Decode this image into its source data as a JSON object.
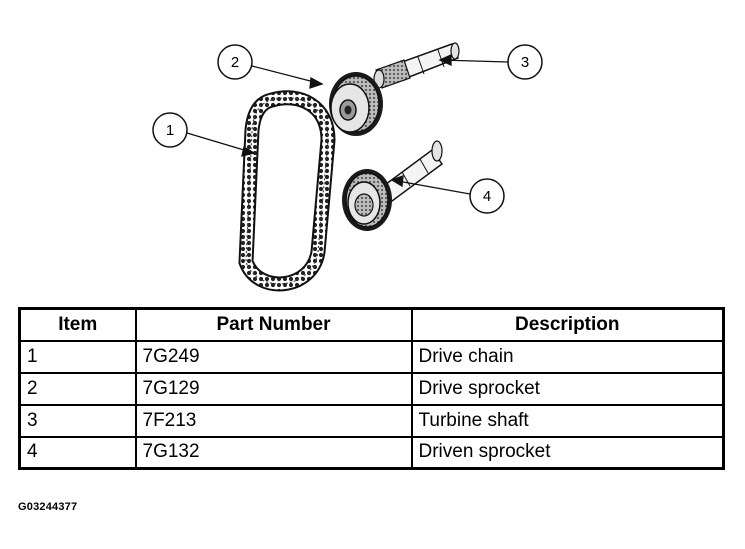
{
  "callouts": [
    "1",
    "2",
    "3",
    "4"
  ],
  "table": {
    "headers": [
      "Item",
      "Part Number",
      "Description"
    ],
    "rows": [
      {
        "item": "1",
        "part_number": "7G249",
        "description": "Drive chain"
      },
      {
        "item": "2",
        "part_number": "7G129",
        "description": "Drive sprocket"
      },
      {
        "item": "3",
        "part_number": "7F213",
        "description": "Turbine shaft"
      },
      {
        "item": "4",
        "part_number": "7G132",
        "description": "Driven sprocket"
      }
    ]
  },
  "figure_id": "G03244377"
}
